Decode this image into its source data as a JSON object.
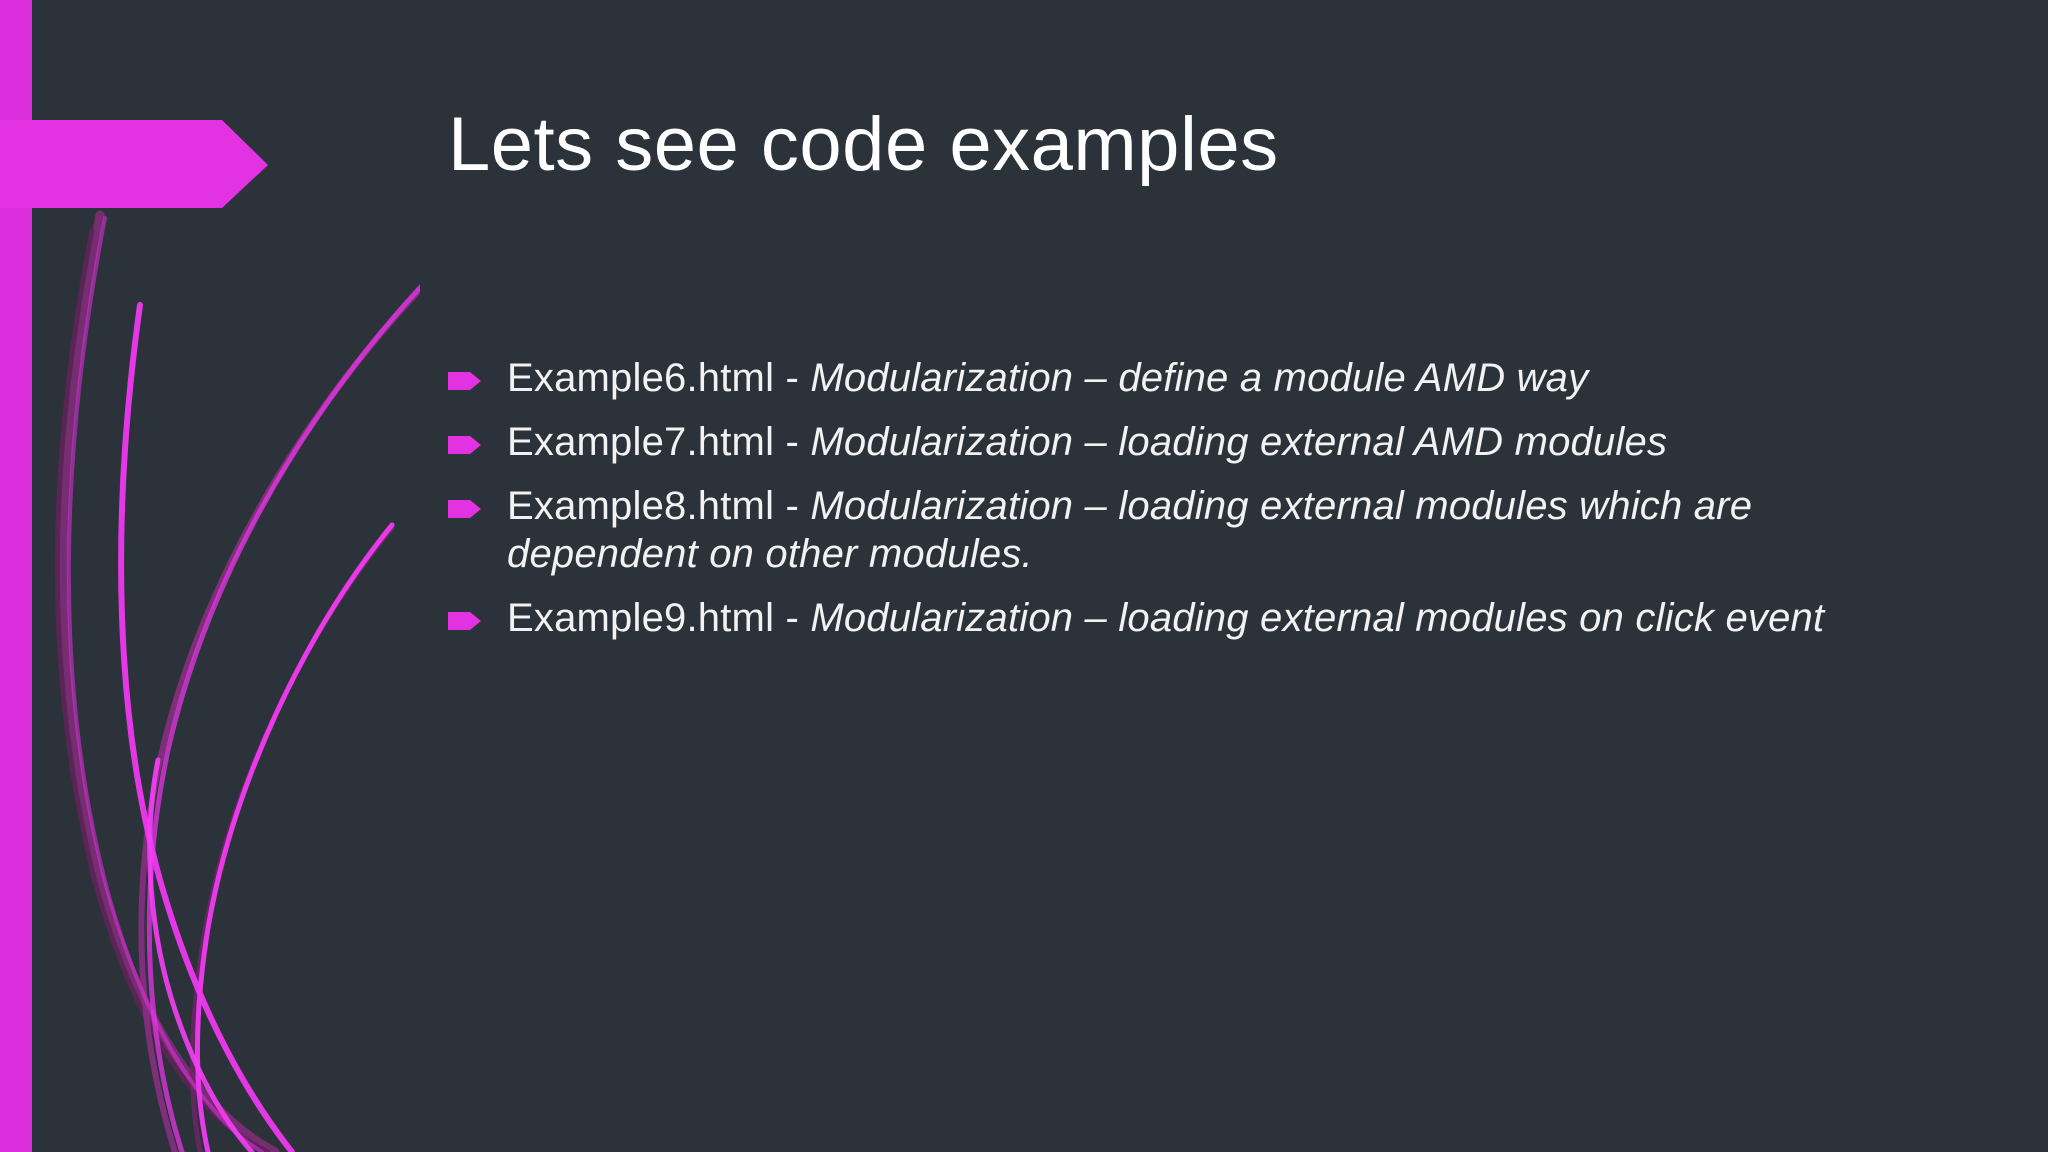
{
  "slide": {
    "background_color": "#2b323a",
    "accent_color": "#d62ad6",
    "accent_bright": "#e83ee8",
    "text_color": "#f2f2f2",
    "title": "Lets see code examples",
    "bullets": [
      {
        "marker": "arrow-bullet-icon",
        "prefix": "Example6.html - ",
        "emphasis": "Modularization – define a module AMD way",
        "full_text": "Example6.html - Modularization – define a module AMD way"
      },
      {
        "marker": "arrow-bullet-icon",
        "prefix": "Example7.html - ",
        "emphasis": "Modularization – loading external AMD modules",
        "full_text": "Example7.html - Modularization – loading external AMD modules"
      },
      {
        "marker": "arrow-bullet-icon",
        "prefix": "Example8.html - ",
        "emphasis": "Modularization – loading external modules which are dependent on other modules.",
        "full_text": "Example8.html - Modularization – loading external modules which are dependent on other modules."
      },
      {
        "marker": "arrow-bullet-icon",
        "prefix": "Example9.html - ",
        "emphasis": "Modularization – loading external modules on click event",
        "full_text": "Example9.html - Modularization – loading external modules on click event"
      }
    ],
    "decoration": {
      "left_bar": "magenta-vertical-bar",
      "arrow_banner": "magenta-arrow-banner",
      "swooshes": "magenta-curved-lines"
    }
  }
}
